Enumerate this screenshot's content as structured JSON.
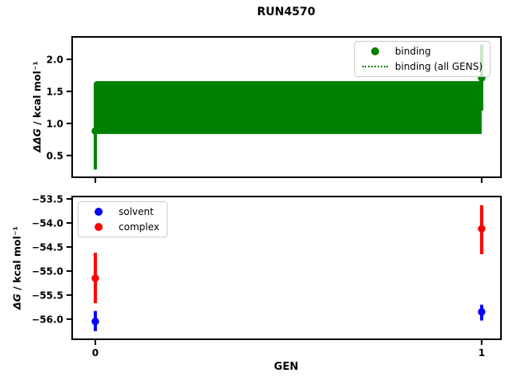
{
  "figure": {
    "title": "RUN4570",
    "background": "#ffffff"
  },
  "chart_data": [
    {
      "type": "scatter",
      "panel": "binding-free-energy",
      "title": "RUN4570",
      "ylabel_math": "ΔΔG",
      "ylabel_rest": " / kcal mol⁻¹",
      "xlim": [
        -0.06,
        1.05
      ],
      "ylim": [
        0.16,
        2.35
      ],
      "grid": false,
      "show_xtick_labels": false,
      "yticks": [
        {
          "v": 2.0,
          "label": "2.0"
        },
        {
          "v": 1.5,
          "label": "1.5"
        },
        {
          "v": 1.0,
          "label": "1.0"
        },
        {
          "v": 0.5,
          "label": "0.5"
        }
      ],
      "xticks": [
        {
          "v": 0,
          "label": "0"
        },
        {
          "v": 1,
          "label": "1"
        }
      ],
      "band": {
        "name": "binding (all GENS)",
        "color": "#008000",
        "x_from": 0,
        "x_to": 1,
        "y_lo": 0.835,
        "y_hi": 1.66
      },
      "series": [
        {
          "name": "binding",
          "color": "#008000",
          "points": [
            {
              "x": 0,
              "y": 0.88,
              "err_lo": 0.28,
              "err_hi": 1.64
            },
            {
              "x": 1,
              "y": 1.71,
              "err_lo": 1.2,
              "err_hi": 2.23
            }
          ]
        }
      ],
      "legend": {
        "position": "upper right",
        "entries": [
          {
            "label": "binding",
            "marker": "dot",
            "color": "#008000"
          },
          {
            "label": "binding (all GENS)",
            "marker": "dotted-line",
            "color": "#008000"
          }
        ]
      }
    },
    {
      "type": "scatter",
      "panel": "absolute-free-energy",
      "ylabel_math": "ΔG",
      "ylabel_rest": " / kcal mol⁻¹",
      "xlabel": "GEN",
      "xlim": [
        -0.06,
        1.05
      ],
      "ylim": [
        -56.42,
        -53.45
      ],
      "grid": false,
      "show_xtick_labels": true,
      "yticks": [
        {
          "v": -53.5,
          "label": "−53.5"
        },
        {
          "v": -54.0,
          "label": "−54.0"
        },
        {
          "v": -54.5,
          "label": "−54.5"
        },
        {
          "v": -55.0,
          "label": "−55.0"
        },
        {
          "v": -55.5,
          "label": "−55.5"
        },
        {
          "v": -56.0,
          "label": "−56.0"
        }
      ],
      "xticks": [
        {
          "v": 0,
          "label": "0"
        },
        {
          "v": 1,
          "label": "1"
        }
      ],
      "series": [
        {
          "name": "solvent",
          "color": "#0000ff",
          "points": [
            {
              "x": 0,
              "y": -56.05,
              "err_lo": -56.25,
              "err_hi": -55.83
            },
            {
              "x": 1,
              "y": -55.85,
              "err_lo": -56.03,
              "err_hi": -55.7
            }
          ]
        },
        {
          "name": "complex",
          "color": "#ff0000",
          "points": [
            {
              "x": 0,
              "y": -55.15,
              "err_lo": -55.67,
              "err_hi": -54.62
            },
            {
              "x": 1,
              "y": -54.12,
              "err_lo": -54.65,
              "err_hi": -53.63
            }
          ]
        }
      ],
      "legend": {
        "position": "upper left",
        "entries": [
          {
            "label": "solvent",
            "marker": "dot",
            "color": "#0000ff"
          },
          {
            "label": "complex",
            "marker": "dot",
            "color": "#ff0000"
          }
        ]
      }
    }
  ]
}
